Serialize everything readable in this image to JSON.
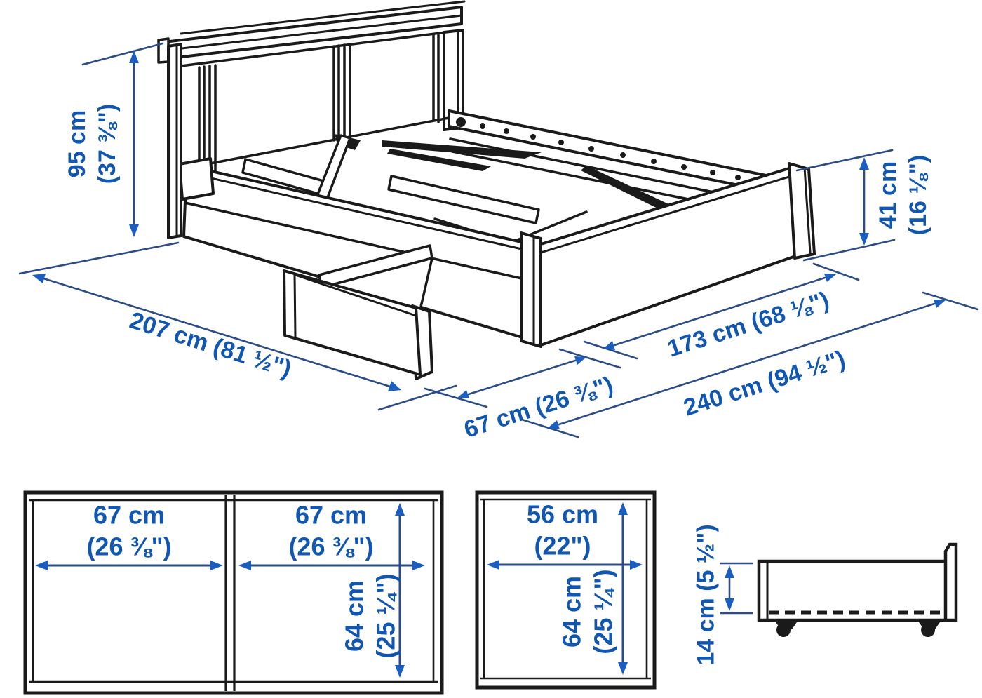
{
  "figure": {
    "kind": "product dimension diagram",
    "subject": "bed frame with headboard and pull-out storage boxes"
  },
  "colors": {
    "label_text": "#1156b0",
    "dimension_line": "#2b4c86",
    "arrowhead": "#1b5ec2",
    "drawing_line": "#1a1a1a",
    "background": "#ffffff"
  },
  "main": {
    "headboard_height_cm": "95 cm",
    "headboard_height_in": "(37 ⅜\")",
    "frame_height_cm": "41 cm",
    "frame_height_in": "(16 ⅛\")",
    "length": "207 cm (81 ½\")",
    "box_width": "67 cm (26 ⅜\")",
    "mattress_width": "173 cm (68 ⅛\")",
    "total_width": "240 cm (94 ½\")"
  },
  "double_box_panel": {
    "left_cm": "67 cm",
    "left_in": "(26 ⅜\")",
    "right_cm": "67 cm",
    "right_in": "(26 ⅜\")",
    "depth_cm": "64 cm",
    "depth_in": "(25 ¼\")"
  },
  "single_box_panel": {
    "width_cm": "56 cm",
    "width_in": "(22\")",
    "depth_cm": "64 cm",
    "depth_in": "(25 ¼\")"
  },
  "box_side_panel": {
    "height": "14 cm (5 ½\")"
  }
}
